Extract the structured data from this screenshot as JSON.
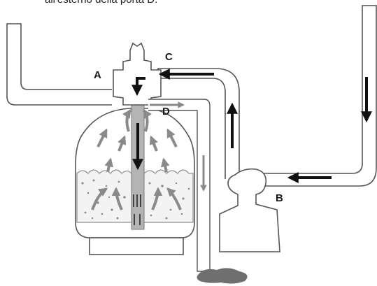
{
  "caption": "all'esterno della porta D.",
  "labels": {
    "a": "A",
    "b": "B",
    "c": "C",
    "d": "D"
  },
  "colors": {
    "outline": "#555555",
    "arrow_dark": "#111111",
    "arrow_grey": "#8a8a8a",
    "central_tube": "#b4b4b4",
    "gravel": "#8c8c8c",
    "drain_puddle": "#6f6f6f"
  }
}
